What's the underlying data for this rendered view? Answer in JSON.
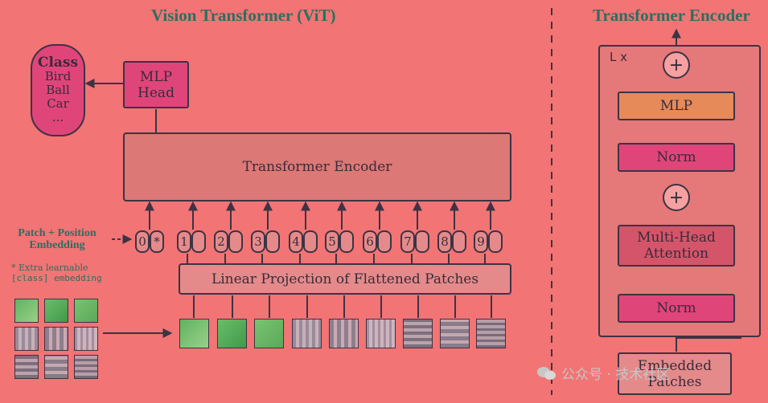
{
  "vit": {
    "title": "Vision Transformer (ViT)",
    "class_box": {
      "header": "Class",
      "items": [
        "Bird",
        "Ball",
        "Car",
        "..."
      ]
    },
    "mlp_head": [
      "MLP",
      "Head"
    ],
    "encoder_label": "Transformer Encoder",
    "patch_pos_label": [
      "Patch + Position",
      "Embedding"
    ],
    "extra_note": [
      "* Extra learnable",
      "[class] embedding"
    ],
    "linear_projection": "Linear Projection of Flattened Patches",
    "tokens": [
      "0",
      "1",
      "2",
      "3",
      "4",
      "5",
      "6",
      "7",
      "8",
      "9"
    ],
    "class_token_mark": "*"
  },
  "encoder": {
    "title": "Transformer Encoder",
    "repeat": "L x",
    "mlp": "MLP",
    "norm_top": "Norm",
    "mha": [
      "Multi-Head",
      "Attention"
    ],
    "norm_bottom": "Norm",
    "embedded": [
      "Embedded",
      "Patches"
    ],
    "plus": "+"
  },
  "watermark": "公众号 · 技术社区",
  "colors": {
    "background": "#f27474",
    "title": "#2d6e62",
    "pink": "#e0457a",
    "orange": "#e68a5a"
  }
}
